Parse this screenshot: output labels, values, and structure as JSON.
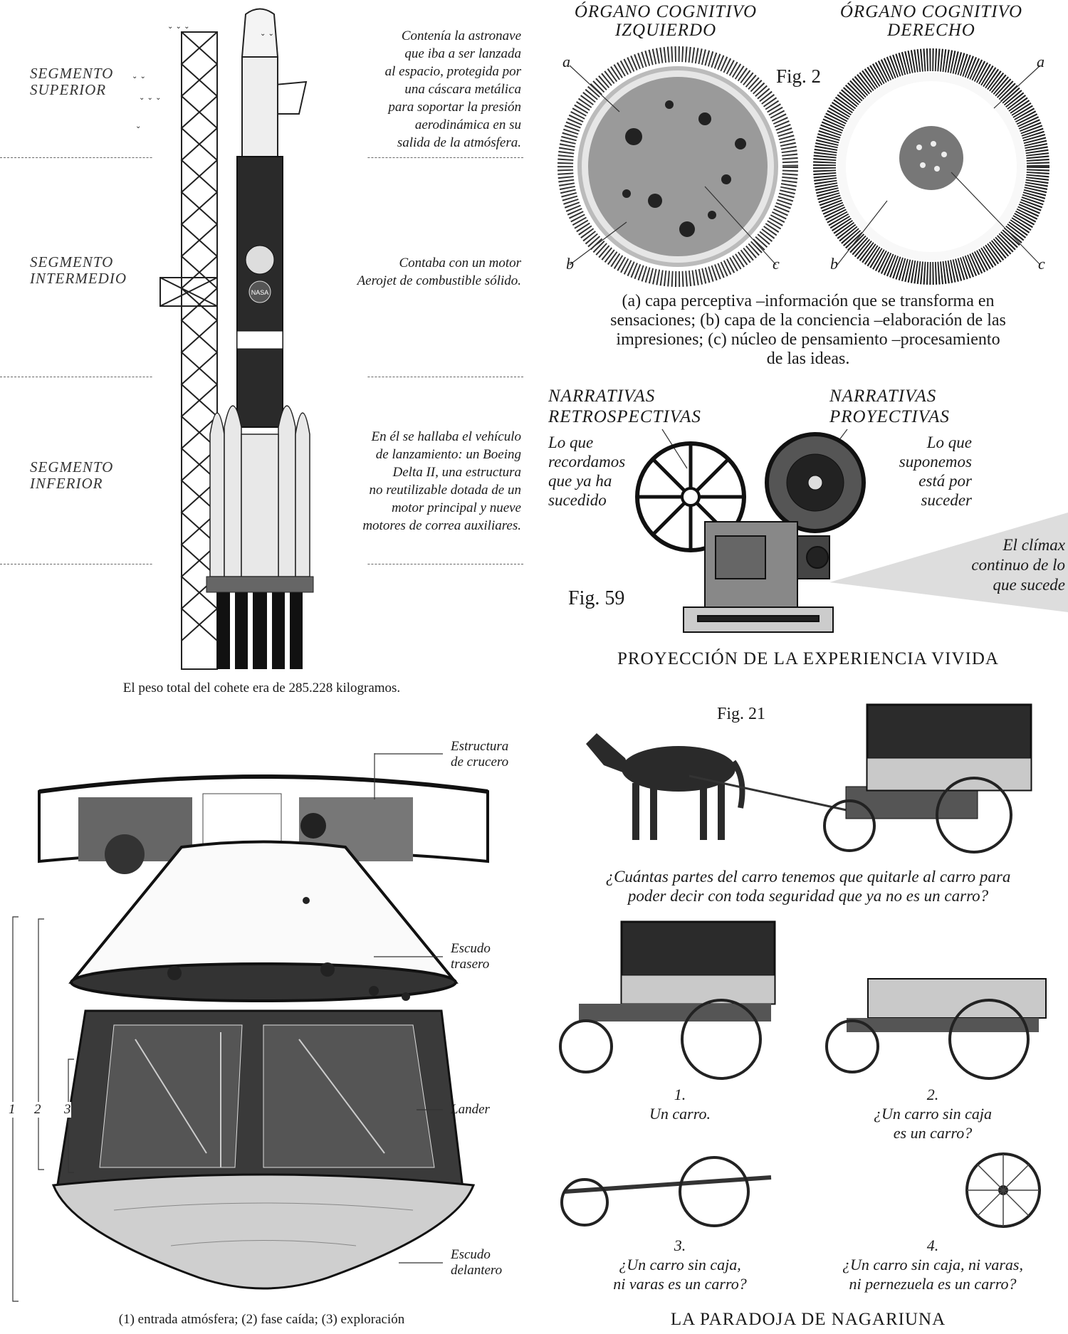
{
  "rocket": {
    "segments": [
      {
        "label_l1": "SEGMENTO",
        "label_l2": "SUPERIOR",
        "caption": [
          "Contenía la astronave",
          "que iba a ser lanzada",
          "al espacio, protegida por",
          "una cáscara metálica",
          "para soportar la presión",
          "aerodinámica en su",
          "salida de la atmósfera."
        ]
      },
      {
        "label_l1": "SEGMENTO",
        "label_l2": "INTERMEDIO",
        "caption": [
          "Contaba con un motor",
          "Aerojet de combustible sólido."
        ]
      },
      {
        "label_l1": "SEGMENTO",
        "label_l2": "INFERIOR",
        "caption": [
          "En él se hallaba el vehículo",
          "de lanzamiento: un Boeing",
          "Delta II, una estructura",
          "no reutilizable dotada de un",
          "motor principal y nueve",
          "motores de correa auxiliares."
        ]
      }
    ],
    "rocket_text": "NASA",
    "footer": "El peso total del cohete era de 285.228 kilogramos."
  },
  "organs": {
    "left_title": [
      "ÓRGANO COGNITIVO",
      "IZQUIERDO"
    ],
    "right_title": [
      "ÓRGANO COGNITIVO",
      "DERECHO"
    ],
    "fig": "Fig. 2",
    "letters": {
      "a": "a",
      "b": "b",
      "c": "c"
    },
    "caption": [
      "(a) capa perceptiva –información que se transforma en",
      "sensaciones; (b) capa de la conciencia –elaboración de las",
      "impresiones; (c) núcleo de pensamiento –procesamiento",
      "de las ideas."
    ]
  },
  "projector": {
    "left_title": [
      "NARRATIVAS",
      "RETROSPECTIVAS"
    ],
    "right_title": [
      "NARRATIVAS",
      "PROYECTIVAS"
    ],
    "left_text": [
      "Lo que",
      "recordamos",
      "que ya ha",
      "sucedido"
    ],
    "right_text": [
      "Lo que",
      "suponemos",
      "está por",
      "suceder"
    ],
    "beam_text": [
      "El clímax",
      "continuo de lo",
      "que sucede"
    ],
    "fig": "Fig. 59",
    "title": "PROYECCIÓN DE LA EXPERIENCIA VIVIDA"
  },
  "spacecraft": {
    "labels": [
      [
        "Estructura",
        "de crucero"
      ],
      [
        "Escudo",
        "trasero"
      ],
      [
        "Lander"
      ],
      [
        "Escudo",
        "delantero"
      ]
    ],
    "brackets": [
      "1",
      "2",
      "3"
    ],
    "footer": "(1) entrada atmósfera; (2) fase caída; (3) exploración"
  },
  "carts": {
    "fig": "Fig. 21",
    "question": [
      "¿Cuántas partes del carro tenemos que quitarle al carro para",
      "poder decir con toda seguridad que ya no es un carro?"
    ],
    "items": [
      {
        "num": "1.",
        "text": [
          "Un carro."
        ]
      },
      {
        "num": "2.",
        "text": [
          "¿Un carro sin caja",
          "es un carro?"
        ]
      },
      {
        "num": "3.",
        "text": [
          "¿Un carro sin caja,",
          "ni varas es un carro?"
        ]
      },
      {
        "num": "4.",
        "text": [
          "¿Un carro sin caja, ni varas,",
          "ni pernezuela es un carro?"
        ]
      }
    ],
    "title": "LA PARADOJA DE NAGARIUNA"
  }
}
